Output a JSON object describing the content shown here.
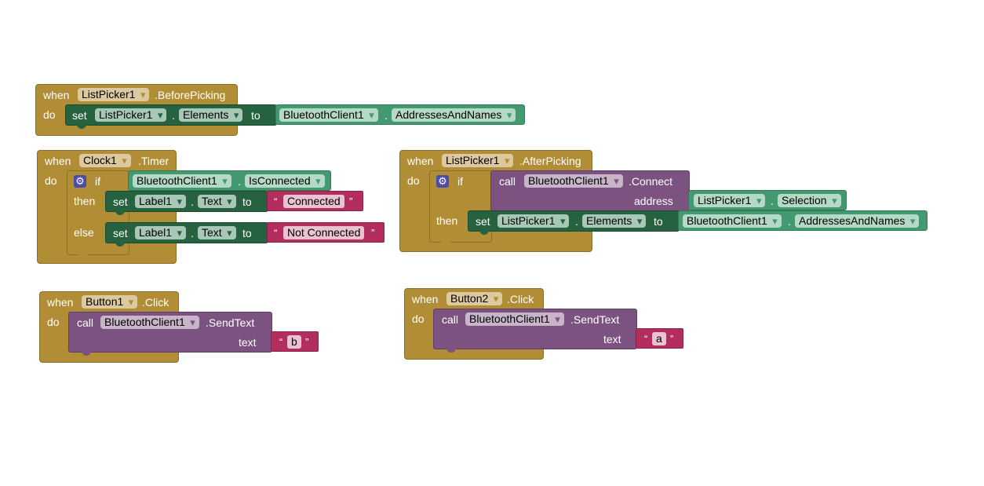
{
  "kw": {
    "when": "when",
    "do": "do",
    "set": "set",
    "to": "to",
    "dot": ".",
    "if": "if",
    "then": "then",
    "else": "else",
    "call": "call",
    "address": "address",
    "text": "text",
    "lq": "“",
    "rq": "”",
    "gear": "⚙"
  },
  "blocks": {
    "before_picking": {
      "component": "ListPicker1",
      "event": ".BeforePicking",
      "set_component": "ListPicker1",
      "set_property": "Elements",
      "value_component": "BluetoothClient1",
      "value_property": "AddressesAndNames"
    },
    "clock_timer": {
      "component": "Clock1",
      "event": ".Timer",
      "cond_component": "BluetoothClient1",
      "cond_property": "IsConnected",
      "then_component": "Label1",
      "then_property": "Text",
      "then_text": "Connected",
      "else_component": "Label1",
      "else_property": "Text",
      "else_text": "Not Connected"
    },
    "after_picking": {
      "component": "ListPicker1",
      "event": ".AfterPicking",
      "call_component": "BluetoothClient1",
      "call_method": ".Connect",
      "arg_component": "ListPicker1",
      "arg_property": "Selection",
      "set_component": "ListPicker1",
      "set_property": "Elements",
      "value_component": "BluetoothClient1",
      "value_property": "AddressesAndNames"
    },
    "button1_click": {
      "component": "Button1",
      "event": ".Click",
      "call_component": "BluetoothClient1",
      "call_method": ".SendText",
      "text_value": "b"
    },
    "button2_click": {
      "component": "Button2",
      "event": ".Click",
      "call_component": "BluetoothClient1",
      "call_method": ".SendText",
      "text_value": "a"
    }
  }
}
